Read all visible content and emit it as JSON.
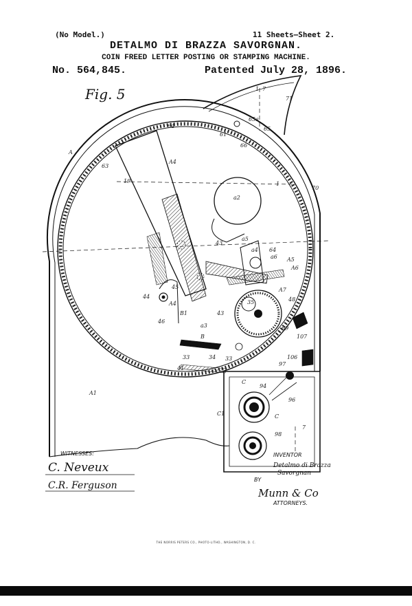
{
  "header": {
    "no_model": "(No Model.)",
    "sheet_count": "11 Sheets—Sheet 2.",
    "inventor_name": "DETALMO DI BRAZZA SAVORGNAN.",
    "title": "COIN FREED LETTER POSTING OR STAMPING MACHINE.",
    "patent_number": "No. 564,845.",
    "patent_date": "Patented July 28, 1896."
  },
  "figure": {
    "label": "Fig. 5",
    "reference_labels": [
      "1",
      "7",
      "71",
      "65a",
      "65",
      "61",
      "66",
      "64",
      "A",
      "63",
      "A4",
      "19",
      "70",
      "a2",
      "1",
      "43",
      "a5",
      "a6",
      "a4",
      "64",
      "A5",
      "A6",
      "A7",
      "48",
      "45",
      "44",
      "A4",
      "B1",
      "46",
      "a3",
      "35",
      "43",
      "69",
      "107",
      "B",
      "106",
      "33",
      "34",
      "33",
      "41",
      "97",
      "C",
      "94",
      "96",
      "A1",
      "C1",
      "C",
      "98",
      "7"
    ]
  },
  "footer": {
    "witnesses_caption": "WITNESSES:",
    "witness_1": "C. Neveux",
    "witness_2": "C.R. Ferguson",
    "inventor_caption": "INVENTOR",
    "inventor_signature_1": "Detalmo di Brazza",
    "inventor_signature_2": "Savorgnan",
    "by_caption": "BY",
    "attorney_signature": "Munn & Co",
    "attorneys_caption": "ATTORNEYS.",
    "printer_credit": "THE NORRIS PETERS CO., PHOTO-LITHO., WASHINGTON, D. C."
  }
}
